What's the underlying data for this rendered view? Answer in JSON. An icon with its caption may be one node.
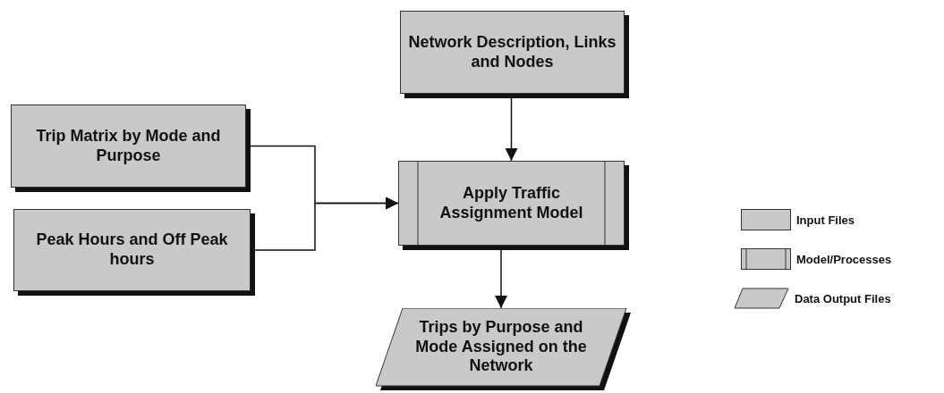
{
  "diagram": {
    "nodes": [
      {
        "text": [
          "Network Description, Links and Nodes"
        ]
      },
      {
        "text": [
          "Trip Matrix by Mode and Purpose"
        ]
      },
      {
        "text": [
          "Peak Hours and Off Peak hours"
        ]
      },
      {
        "text": [
          "Apply Traffic Assignment Model"
        ]
      },
      {
        "text": [
          "Trips by Purpose and Mode Assigned on the Network"
        ]
      }
    ],
    "edges": [
      {
        "from": 0,
        "to": 3,
        "arrow": "to"
      },
      {
        "from": 1,
        "to": 3,
        "arrow": "to"
      },
      {
        "from": 2,
        "to": 3,
        "arrow": "to"
      },
      {
        "from": 3,
        "to": 4,
        "arrow": "to"
      }
    ],
    "legend": [
      {
        "text": "Input Files"
      },
      {
        "text": "Model/Processes"
      },
      {
        "text": "Data Output Files"
      }
    ]
  }
}
